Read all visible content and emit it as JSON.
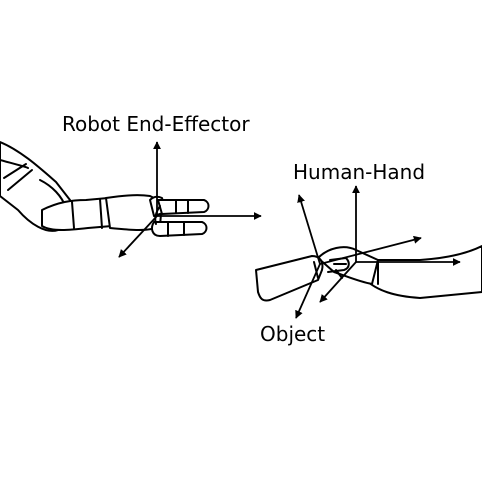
{
  "labels": {
    "robot": "Robot End-Effector",
    "hand": "Human-Hand",
    "object": "Object"
  },
  "colors": {
    "stroke": "#000000",
    "background": "#ffffff"
  }
}
